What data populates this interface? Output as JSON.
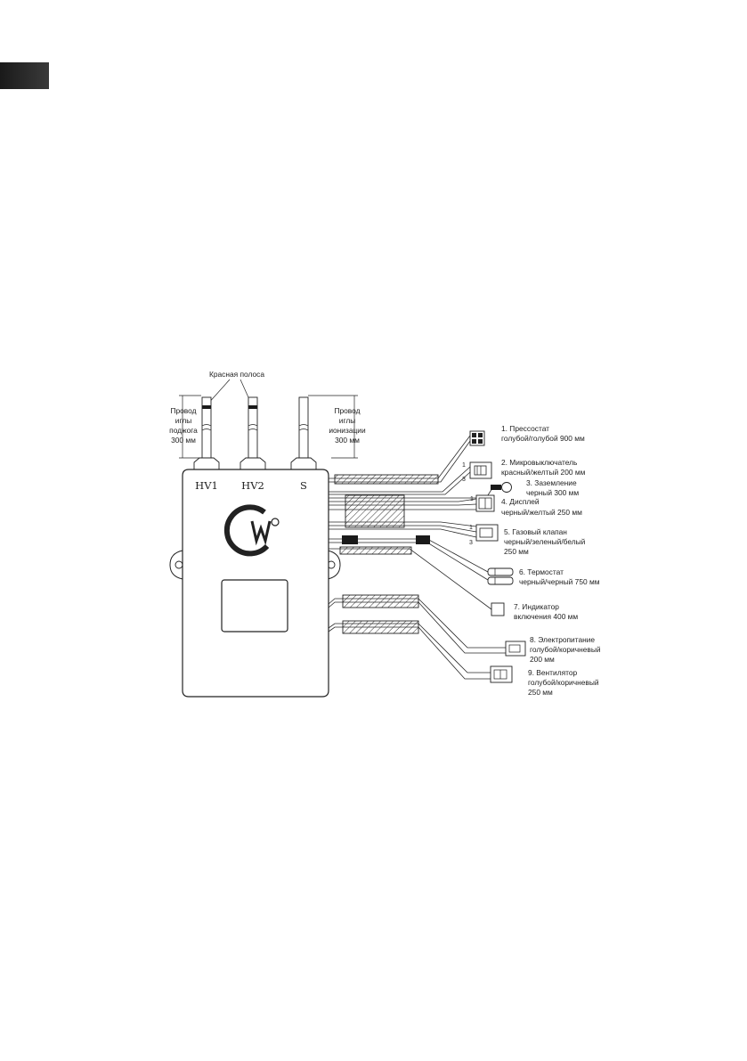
{
  "stripe_label": "Красная полоса",
  "hv1_wire_label": [
    "Провод",
    "иглы",
    "поджога",
    "300 мм"
  ],
  "ion_wire_label": [
    "Провод",
    "иглы",
    "ионизации",
    "300 мм"
  ],
  "terminals": [
    "HV1",
    "HV2",
    "S"
  ],
  "connectors": [
    {
      "id": "pressostat",
      "lines": [
        "1. Прессостат",
        "голубой/голубой 900 мм"
      ]
    },
    {
      "id": "microswitch",
      "lines": [
        "2. Микровыключатель",
        "красный/желтый 200 мм"
      ],
      "pins": [
        "1",
        "3"
      ]
    },
    {
      "id": "ground",
      "lines": [
        "3. Заземление",
        "черный 300 мм"
      ]
    },
    {
      "id": "display",
      "lines": [
        "4. Дисплей",
        "черный/желтый 250 мм"
      ],
      "pins": [
        "1"
      ]
    },
    {
      "id": "gas-valve",
      "lines": [
        "5. Газовый клапан",
        "черный/зеленый/белый",
        "250 мм"
      ],
      "pins": [
        "1",
        "3"
      ]
    },
    {
      "id": "thermostat",
      "lines": [
        "6. Термостат",
        "черный/черный 750 мм"
      ]
    },
    {
      "id": "power-indicator",
      "lines": [
        "7. Индикатор",
        "включения 400 мм"
      ]
    },
    {
      "id": "power-supply",
      "lines": [
        "8. Электропитание",
        "голубой/коричневый",
        "200 мм"
      ]
    },
    {
      "id": "fan",
      "lines": [
        "9. Вентилятор",
        "голубой/коричневый",
        "250 мм"
      ]
    }
  ],
  "colors": {
    "stripe": "#1a1a1a",
    "line": "#2a2a2a",
    "corner_tab": "#2b2b2b"
  }
}
